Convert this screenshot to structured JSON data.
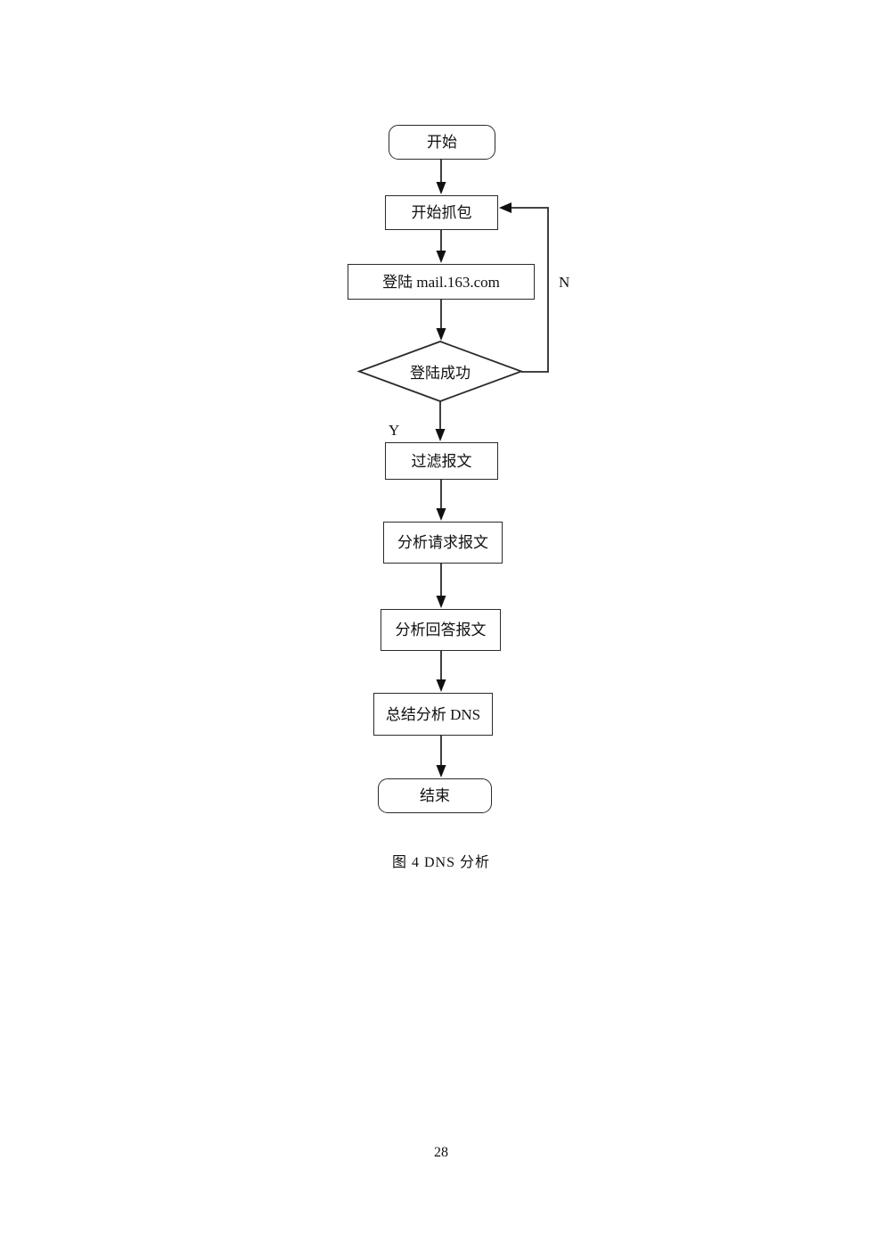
{
  "page": {
    "number": "28"
  },
  "figure": {
    "caption": "图 4 DNS 分析"
  },
  "flowchart": {
    "nodes": {
      "start": "开始",
      "capture": "开始抓包",
      "login": "登陆 mail.163.com",
      "decision": "登陆成功",
      "filter": "过滤报文",
      "analyze_request": "分析请求报文",
      "analyze_response": "分析回答报文",
      "summarize": "总结分析 DNS",
      "end": "结束"
    },
    "edge_labels": {
      "yes": "Y",
      "no": "N"
    },
    "colors": {
      "stroke": "#2b2b2b",
      "text": "#111111",
      "background": "#ffffff"
    }
  }
}
